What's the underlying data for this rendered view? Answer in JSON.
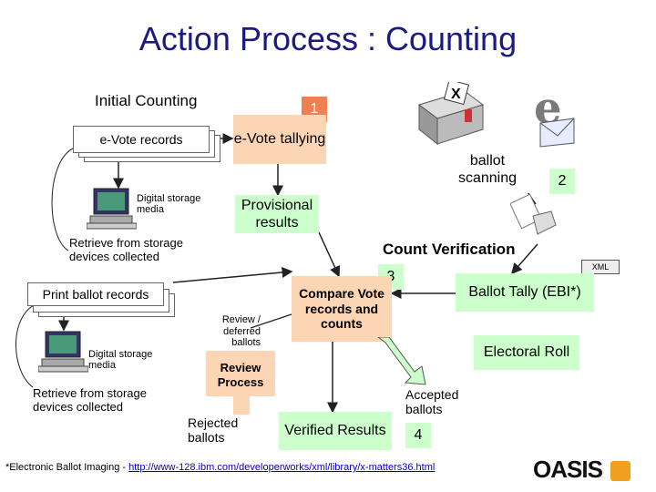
{
  "title": "Action Process : Counting",
  "headings": {
    "initial_counting": "Initial Counting",
    "count_verification": "Count Verification"
  },
  "numbers": {
    "step1": "1",
    "step2": "2",
    "step3": "3",
    "step4": "4"
  },
  "boxes": {
    "evote_records": "e-Vote records",
    "evote_tallying": "e-Vote tallying",
    "ballot_scanning": "ballot scanning",
    "provisional_results": "Provisional results",
    "print_ballot_records": "Print ballot records",
    "compare": "Compare Vote records and counts",
    "ballot_tally": "Ballot Tally (EBI*)",
    "electoral_roll": "Electoral Roll",
    "review_process": "Review Process",
    "verified_results": "Verified Results"
  },
  "labels": {
    "digital_storage_1": "Digital storage media",
    "digital_storage_2": "Digital storage media",
    "retrieve_1": "Retrieve from storage devices collected",
    "retrieve_2": "Retrieve from storage devices collected",
    "review_deferred": "Review / deferred ballots",
    "rejected_ballots": "Rejected ballots",
    "accepted_ballots": "Accepted ballots",
    "xml": "XML"
  },
  "footer": {
    "note": "*Electronic Ballot Imaging - ",
    "link": "http://www-128.ibm.com/developerworks/xml/library/x-matters36.html"
  },
  "logo": "OASIS",
  "colors": {
    "title": "#1a1a80",
    "peach": "#fcd5b4",
    "green": "#ccffcc",
    "badge": "#f08050"
  }
}
